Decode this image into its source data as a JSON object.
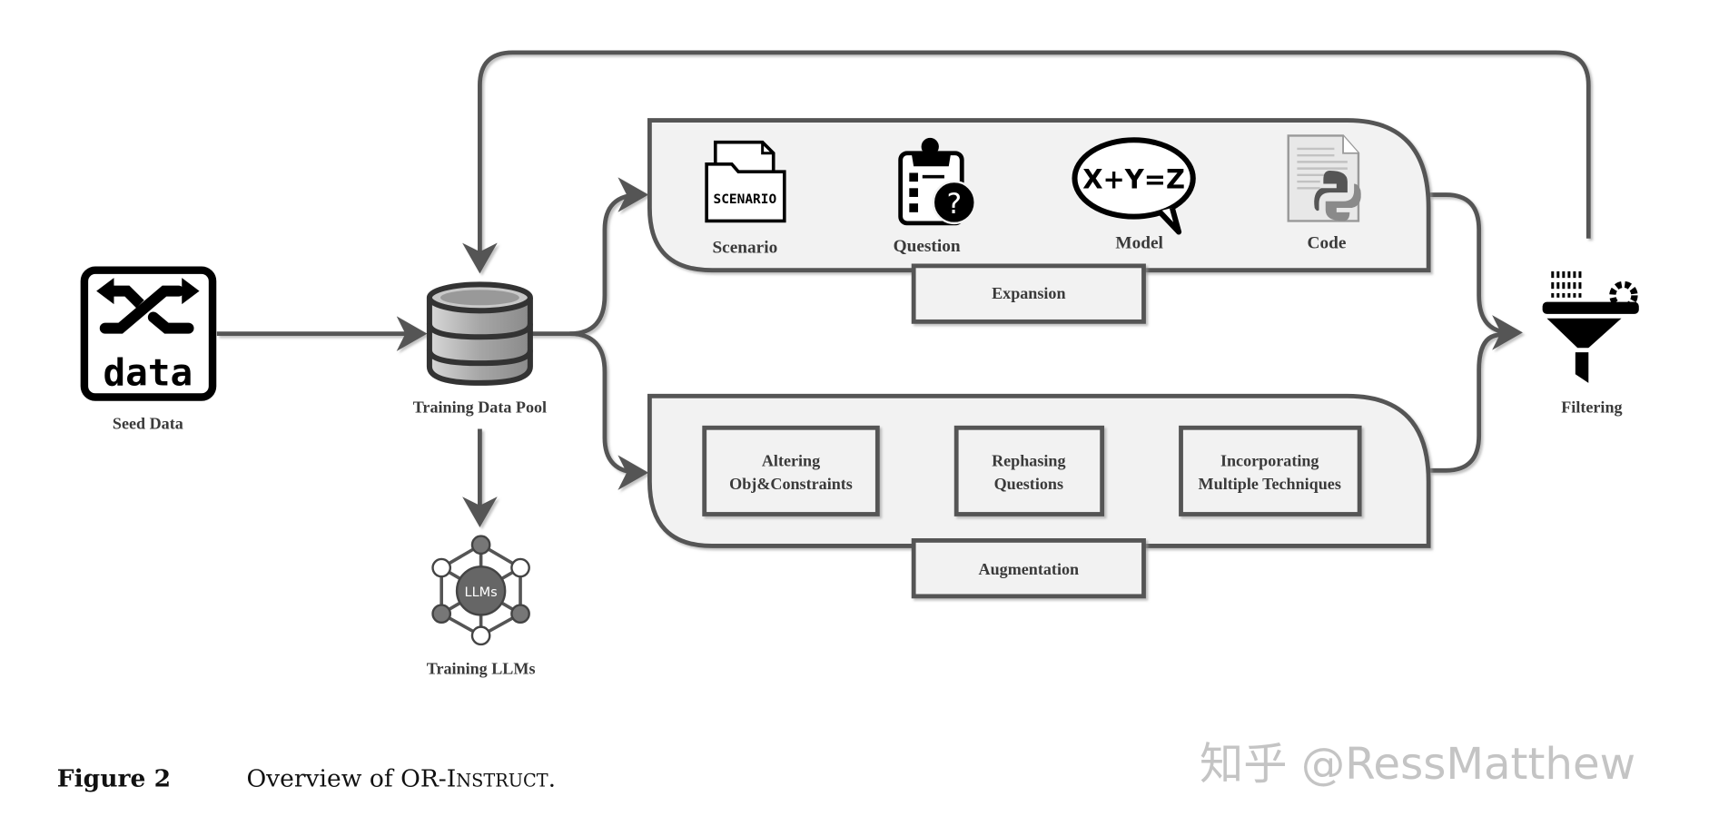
{
  "diagram": {
    "nodes": {
      "seed_data": {
        "label": "Seed Data",
        "icon": "shuffle-data-icon",
        "icon_text": "data"
      },
      "training_data_pool": {
        "label": "Training Data Pool",
        "icon": "database-icon"
      },
      "training_llms": {
        "label": "Training LLMs",
        "icon": "network-hub-icon",
        "icon_text": "LLMs"
      },
      "filtering": {
        "label": "Filtering",
        "icon": "funnel-gear-icon"
      }
    },
    "expansion": {
      "title": "Expansion",
      "steps": [
        {
          "label": "Scenario",
          "icon": "scenario-folder-icon",
          "icon_text": "SCENARIO"
        },
        {
          "label": "Question",
          "icon": "clipboard-question-icon",
          "icon_text": "?"
        },
        {
          "label": "Model",
          "icon": "speech-bubble-equation-icon",
          "icon_text": "X+Y=Z"
        },
        {
          "label": "Code",
          "icon": "python-file-icon"
        }
      ]
    },
    "augmentation": {
      "title": "Augmentation",
      "boxes": [
        {
          "line1": "Altering",
          "line2": "Obj&Constraints"
        },
        {
          "line1": "Rephasing",
          "line2": "Questions"
        },
        {
          "line1": "Incorporating",
          "line2": "Multiple Techniques"
        }
      ]
    },
    "colors": {
      "stroke": "#555555",
      "panel_fill": "#f2f2f2",
      "icon": "#000000"
    }
  },
  "caption": {
    "figure_label": "Figure 2",
    "text_prefix": "Overview of OR-I",
    "text_smallcaps": "NSTRUCT",
    "text_suffix": "."
  },
  "watermark": {
    "text": "知乎 @RessMatthew"
  }
}
